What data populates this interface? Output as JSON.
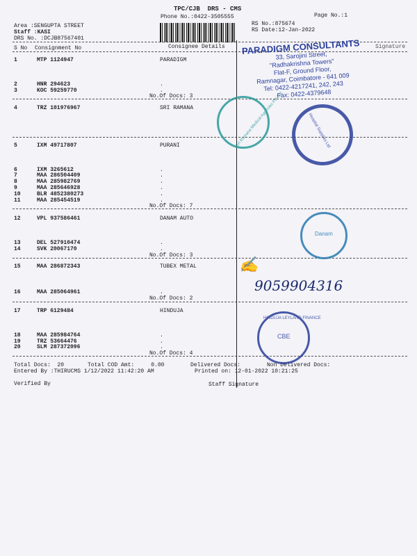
{
  "header": {
    "title": "TPC/CJB  DRS - CMS",
    "phone": "Phone No.:0422-3505555",
    "page_no": "Page No.:1",
    "area": "Area :SENGUPTA STREET",
    "staff": "Staff :KASI",
    "drs_no": "DRS No. :DCJB87567401",
    "rs_no": "RS No.:875674",
    "rs_date": "RS Date:12-Jan-2022"
  },
  "columns": {
    "sno": "S No",
    "consignment": "Consignment No",
    "consignee": "Consignee Details",
    "signature": "Signature"
  },
  "rows": [
    {
      "sno": "1",
      "cn": "MTP 1124947",
      "consignee": "PARADIGM"
    },
    {
      "sno": "2",
      "cn": "HNR 294623",
      "consignee": "."
    },
    {
      "sno": "3",
      "cn": "KOC 59259770",
      "consignee": "."
    },
    {
      "sno": "4",
      "cn": "TRZ 101976967",
      "consignee": "SRI RAMANA"
    },
    {
      "sno": "5",
      "cn": "IXM 49717807",
      "consignee": "PURANI"
    },
    {
      "sno": "6",
      "cn": "IXM 3265612",
      "consignee": "."
    },
    {
      "sno": "7",
      "cn": "MAA 286504409",
      "consignee": "."
    },
    {
      "sno": "8",
      "cn": "MAA 285982769",
      "consignee": "."
    },
    {
      "sno": "9",
      "cn": "MAA 285646928",
      "consignee": "."
    },
    {
      "sno": "10",
      "cn": "BLR 4852380273",
      "consignee": "."
    },
    {
      "sno": "11",
      "cn": "MAA 285454519",
      "consignee": "."
    },
    {
      "sno": "12",
      "cn": "VPL 937586461",
      "consignee": "DANAM AUTO"
    },
    {
      "sno": "13",
      "cn": "DEL 527910474",
      "consignee": "."
    },
    {
      "sno": "14",
      "cn": "SVK 20067170",
      "consignee": "."
    },
    {
      "sno": "15",
      "cn": "MAA 286872343",
      "consignee": "TUBEX METAL"
    },
    {
      "sno": "16",
      "cn": "MAA 285064961",
      "consignee": "."
    },
    {
      "sno": "17",
      "cn": "TRP 6129484",
      "consignee": "HINDUJA"
    },
    {
      "sno": "18",
      "cn": "MAA 285984764",
      "consignee": "."
    },
    {
      "sno": "19",
      "cn": "TRZ 53664476",
      "consignee": "."
    },
    {
      "sno": "20",
      "cn": "SLM 287372096",
      "consignee": "."
    }
  ],
  "doc_counts": [
    "No.Of Docs: 3",
    "No.Of Docs: 7",
    "No.Of Docs: 3",
    "No.Of Docs: 2",
    "No.Of Docs: 4"
  ],
  "footer": {
    "total_docs": "Total Docs:  20",
    "total_cod": "Total COD Amt:     0.00",
    "delivered": "Delivered Docs:",
    "non_delivered": "Non Delivered Docs:",
    "entered_by": "Entered By :THIRUCMS 1/12/2022 11:42:20 AM",
    "printed_on": "Printed on: 12-01-2022 10:21:25",
    "verified_by": "Verified By",
    "staff_signature": "Staff Signature"
  },
  "stamps": {
    "paradigm": [
      "PARADIGM CONSULTANTS",
      "33, Sarojini Street,",
      "\"Radhakrishna Towers\"",
      "Flat-F, Ground Floor,",
      "Ramnagar, Coimbatore - 641 009",
      "Tel: 0422-4217241, 242, 243",
      "Fax: 0422-4379648"
    ],
    "medical": "Sri Ramana Medical Agencies Pvt Ltd",
    "hospital": "Hospital Supplies Ltd",
    "danam": "Danam",
    "hinduja": "HINDUJA LEYLAND FINANCE",
    "hinduja_city": "CBE",
    "handwritten_phone": "9059904316"
  },
  "colors": {
    "stamp_blue": "#2b3f9a",
    "stamp_teal": "#2a9a9a",
    "ink": "#1a2a6a"
  }
}
